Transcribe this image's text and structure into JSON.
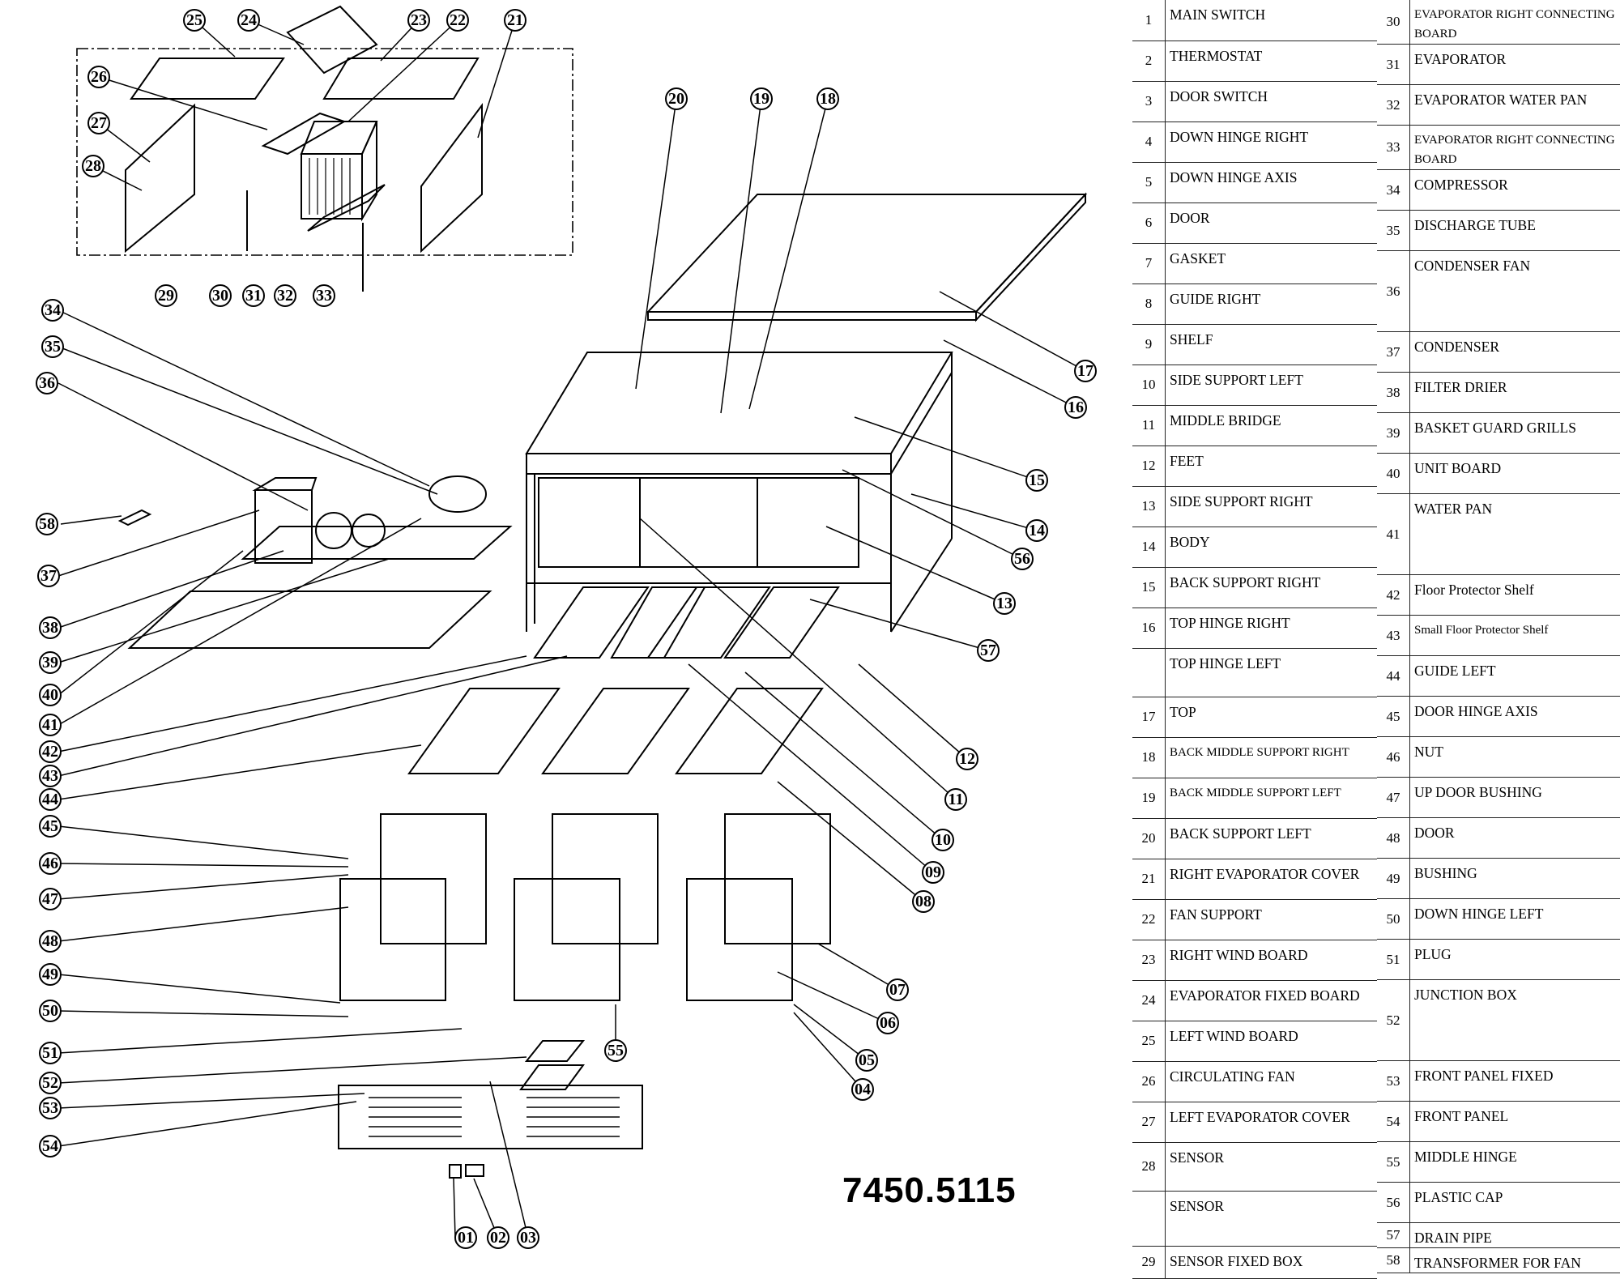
{
  "model_number": "7450.5115",
  "callouts": [
    "25",
    "24",
    "23",
    "22",
    "21",
    "26",
    "27",
    "28",
    "29",
    "30",
    "31",
    "32",
    "33",
    "20",
    "19",
    "18",
    "17",
    "16",
    "34",
    "35",
    "36",
    "58",
    "37",
    "38",
    "39",
    "40",
    "41",
    "42",
    "43",
    "44",
    "15",
    "14",
    "56",
    "13",
    "57",
    "12",
    "11",
    "10",
    "09",
    "08",
    "45",
    "46",
    "47",
    "48",
    "49",
    "50",
    "51",
    "52",
    "53",
    "54",
    "07",
    "06",
    "05",
    "04",
    "55",
    "01",
    "02",
    "03"
  ],
  "parts_left": [
    {
      "no": "1",
      "desc": "MAIN SWITCH"
    },
    {
      "no": "2",
      "desc": "THERMOSTAT"
    },
    {
      "no": "3",
      "desc": "DOOR SWITCH"
    },
    {
      "no": "4",
      "desc": "DOWN HINGE RIGHT"
    },
    {
      "no": "5",
      "desc": "DOWN HINGE AXIS"
    },
    {
      "no": "6",
      "desc": "DOOR"
    },
    {
      "no": "7",
      "desc": "GASKET"
    },
    {
      "no": "8",
      "desc": "GUIDE RIGHT"
    },
    {
      "no": "9",
      "desc": "SHELF"
    },
    {
      "no": "10",
      "desc": "SIDE SUPPORT LEFT"
    },
    {
      "no": "11",
      "desc": "MIDDLE BRIDGE"
    },
    {
      "no": "12",
      "desc": "FEET"
    },
    {
      "no": "13",
      "desc": "SIDE SUPPORT RIGHT"
    },
    {
      "no": "14",
      "desc": "BODY"
    },
    {
      "no": "15",
      "desc": "BACK SUPPORT RIGHT"
    },
    {
      "no": "16",
      "desc": "TOP HINGE  RIGHT"
    },
    {
      "no": "",
      "desc": "TOP HINGE  LEFT"
    },
    {
      "no": "17",
      "desc": "TOP"
    },
    {
      "no": "18",
      "desc": "BACK MIDDLE SUPPORT RIGHT"
    },
    {
      "no": "19",
      "desc": "BACK MIDDLE SUPPORT LEFT"
    },
    {
      "no": "20",
      "desc": "BACK SUPPORT LEFT"
    },
    {
      "no": "21",
      "desc": "RIGHT EVAPORATOR COVER"
    },
    {
      "no": "22",
      "desc": "FAN SUPPORT"
    },
    {
      "no": "23",
      "desc": "RIGHT WIND BOARD"
    },
    {
      "no": "24",
      "desc": "EVAPORATOR FIXED BOARD"
    },
    {
      "no": "25",
      "desc": "LEFT WIND BOARD"
    },
    {
      "no": "26",
      "desc": "CIRCULATING FAN"
    },
    {
      "no": "27",
      "desc": "LEFT EVAPORATOR COVER"
    },
    {
      "no": "28",
      "desc": "SENSOR"
    },
    {
      "no": "",
      "desc": "SENSOR"
    },
    {
      "no": "29",
      "desc": "SENSOR FIXED BOX"
    }
  ],
  "parts_right": [
    {
      "no": "30",
      "desc": "EVAPORATOR RIGHT CONNECTING BOARD"
    },
    {
      "no": "31",
      "desc": "EVAPORATOR"
    },
    {
      "no": "32",
      "desc": "EVAPORATOR WATER PAN"
    },
    {
      "no": "33",
      "desc": "EVAPORATOR RIGHT CONNECTING BOARD"
    },
    {
      "no": "34",
      "desc": "COMPRESSOR"
    },
    {
      "no": "35",
      "desc": "DISCHARGE TUBE"
    },
    {
      "no": "36",
      "desc": "CONDENSER FAN"
    },
    {
      "no": "37",
      "desc": "CONDENSER"
    },
    {
      "no": "38",
      "desc": "FILTER DRIER"
    },
    {
      "no": "39",
      "desc": "BASKET GUARD GRILLS"
    },
    {
      "no": "40",
      "desc": "UNIT BOARD"
    },
    {
      "no": "41",
      "desc": "WATER PAN"
    },
    {
      "no": "42",
      "desc": "Floor Protector Shelf"
    },
    {
      "no": "43",
      "desc": "Small Floor Protector Shelf"
    },
    {
      "no": "44",
      "desc": "GUIDE LEFT"
    },
    {
      "no": "45",
      "desc": "DOOR HINGE AXIS"
    },
    {
      "no": "46",
      "desc": "NUT"
    },
    {
      "no": "47",
      "desc": "UP DOOR BUSHING"
    },
    {
      "no": "48",
      "desc": "DOOR"
    },
    {
      "no": "49",
      "desc": "BUSHING"
    },
    {
      "no": "50",
      "desc": "DOWN HINGE LEFT"
    },
    {
      "no": "51",
      "desc": "PLUG"
    },
    {
      "no": "52",
      "desc": "JUNCTION BOX"
    },
    {
      "no": "53",
      "desc": "FRONT PANEL FIXED"
    },
    {
      "no": "54",
      "desc": "FRONT PANEL"
    },
    {
      "no": "55",
      "desc": "MIDDLE HINGE"
    },
    {
      "no": "56",
      "desc": "PLASTIC CAP"
    },
    {
      "no": "57",
      "desc": "DRAIN PIPE"
    },
    {
      "no": "58",
      "desc": "TRANSFORMER FOR  FAN"
    }
  ]
}
